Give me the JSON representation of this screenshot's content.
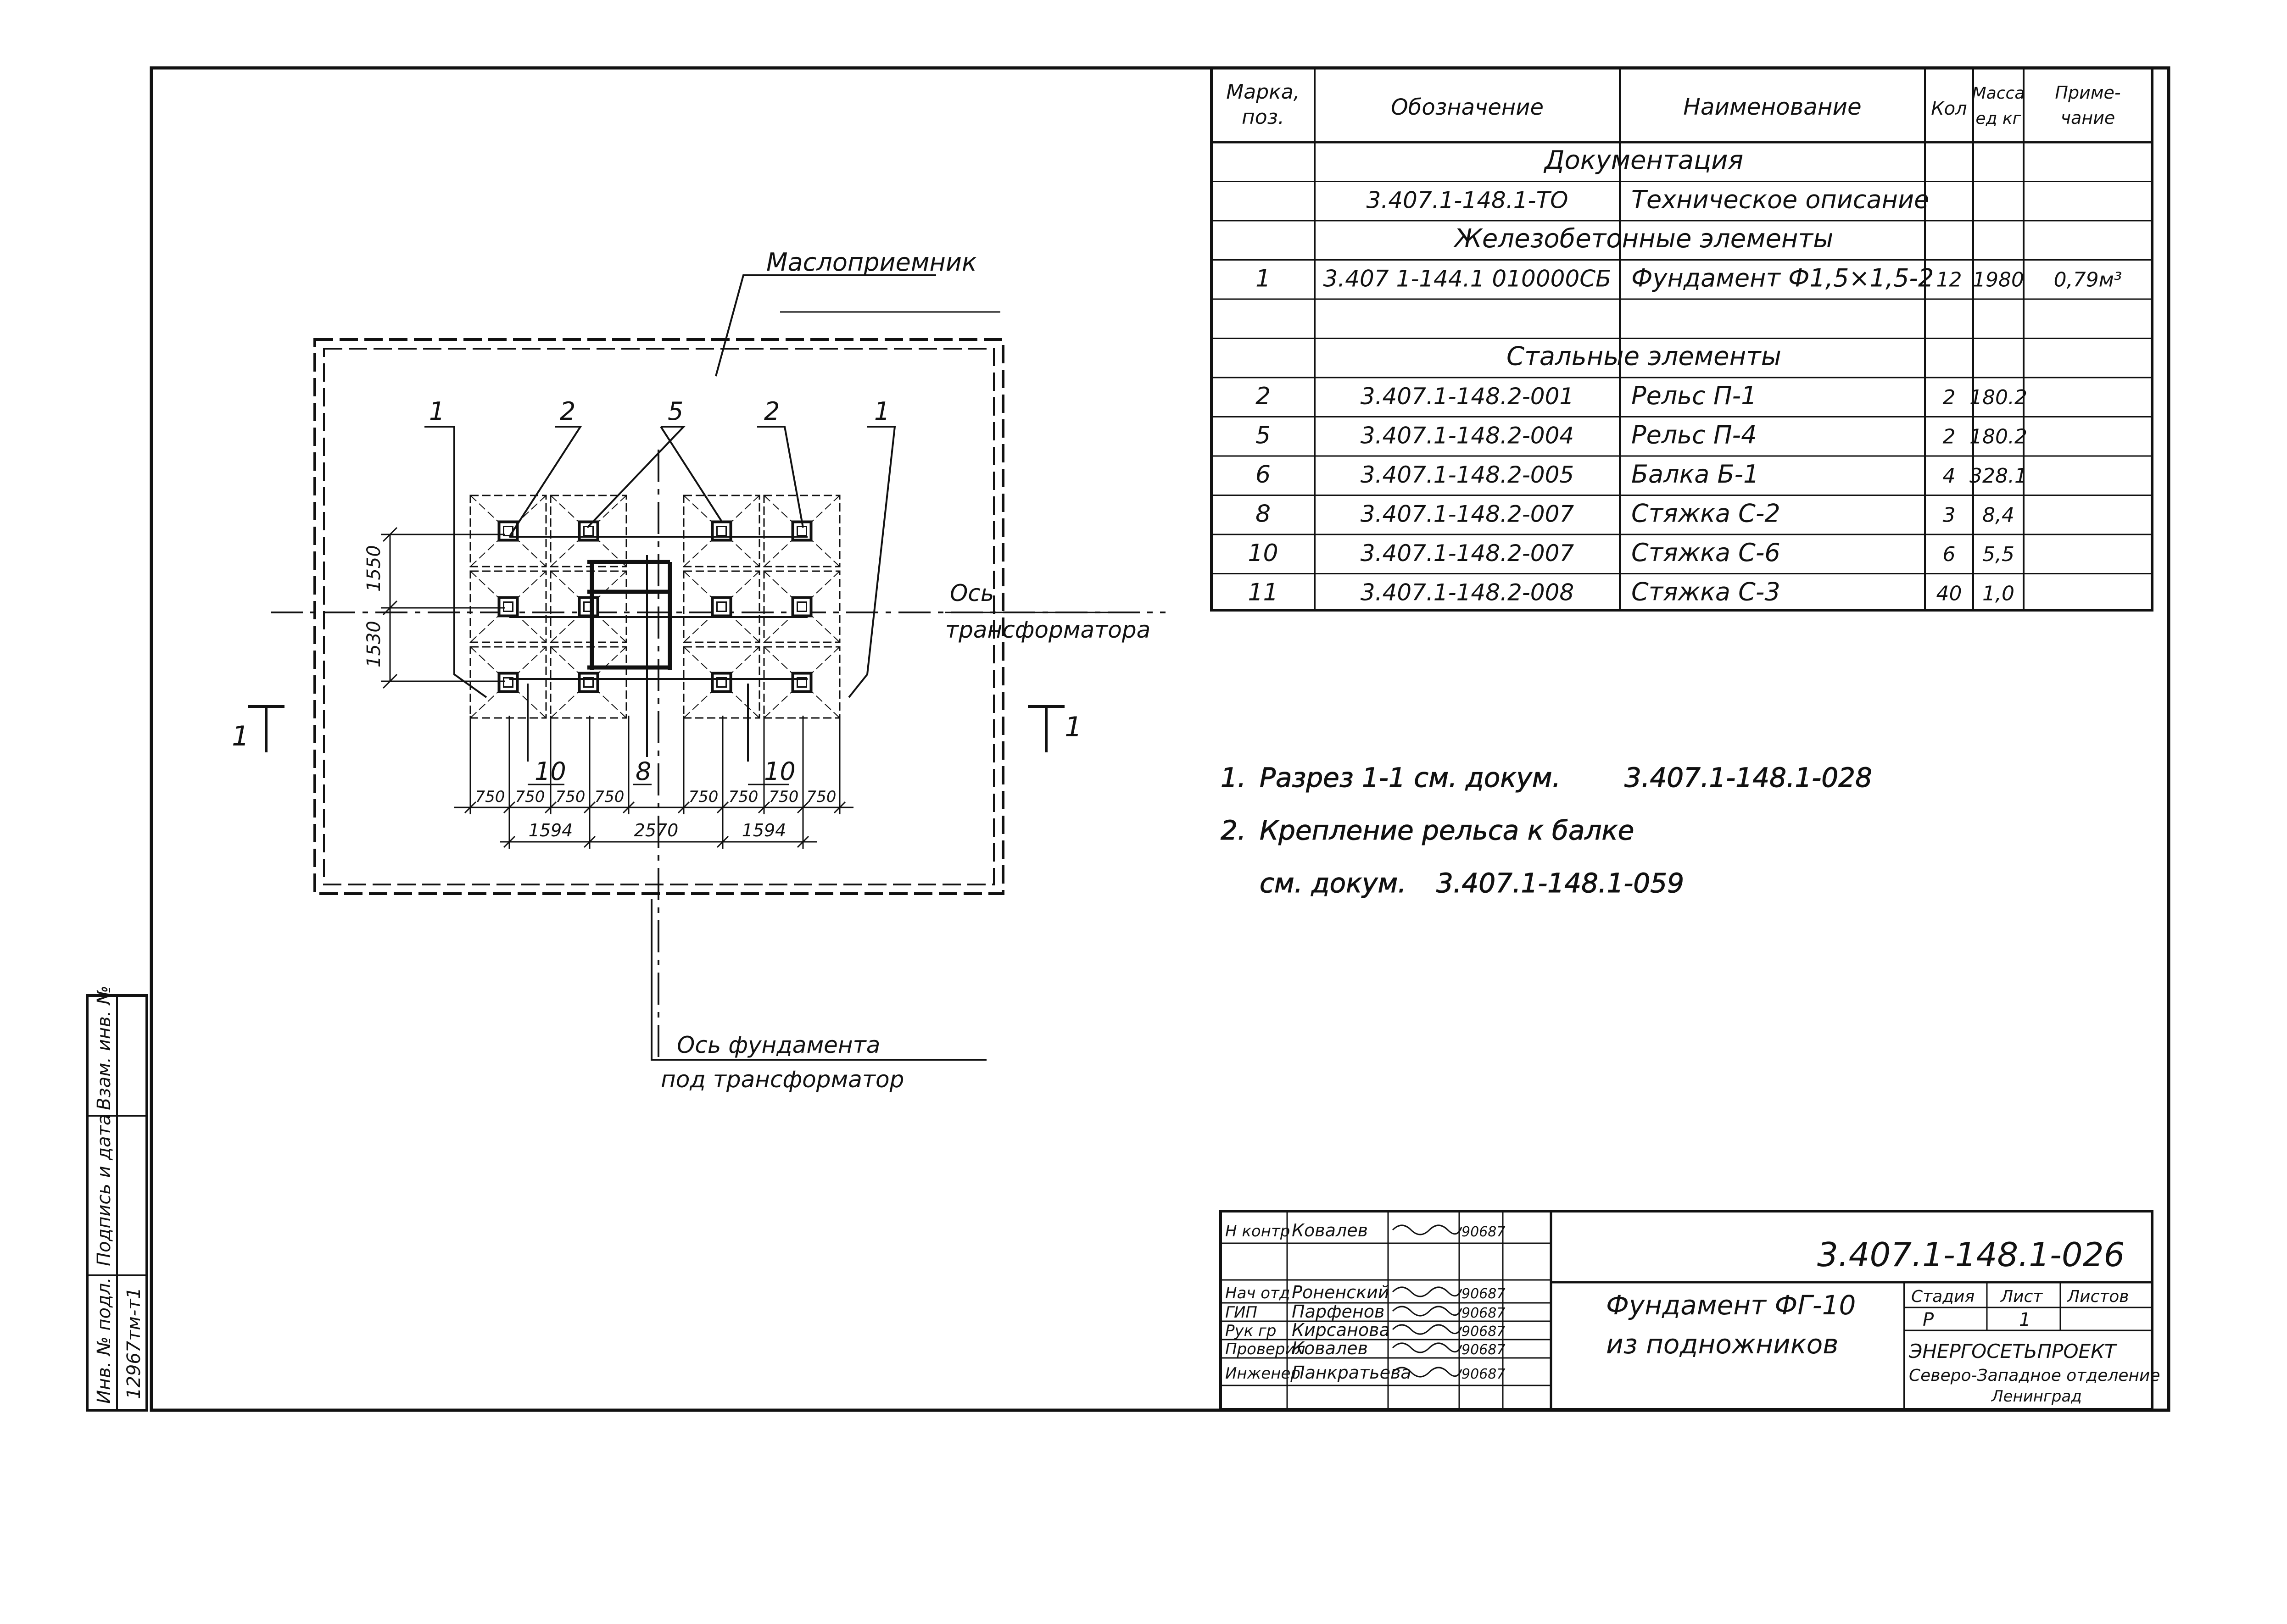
{
  "spec": {
    "headers": [
      "Марка, поз.",
      "Обозначение",
      "Наименование",
      "Кол",
      "Масса ед кг",
      "Приме- чание"
    ],
    "header_lines": [
      [
        "Марка,",
        "поз."
      ],
      [
        "Обозначение"
      ],
      [
        "Наименование"
      ],
      [
        "Кол"
      ],
      [
        "Масса",
        "ед кг"
      ],
      [
        "Приме-",
        "чание"
      ]
    ],
    "rows": [
      {
        "section": "Документация"
      },
      {
        "pos": "",
        "designation": "3.407.1-148.1-ТО",
        "name": "Техническое описание",
        "qty": "",
        "mass": "",
        "note": ""
      },
      {
        "section": "Железобетонные элементы"
      },
      {
        "pos": "1",
        "designation": "3.407 1-144.1 010000СБ",
        "name": "Фундамент Ф1,5×1,5-2",
        "qty": "12",
        "mass": "1980",
        "note": "0,79м³"
      },
      {
        "pos": "",
        "designation": "",
        "name": "",
        "qty": "",
        "mass": "",
        "note": ""
      },
      {
        "section": "Стальные элементы"
      },
      {
        "pos": "2",
        "designation": "3.407.1-148.2-001",
        "name": "Рельс П-1",
        "qty": "2",
        "mass": "180.2",
        "note": ""
      },
      {
        "pos": "5",
        "designation": "3.407.1-148.2-004",
        "name": "Рельс П-4",
        "qty": "2",
        "mass": "180.2",
        "note": ""
      },
      {
        "pos": "6",
        "designation": "3.407.1-148.2-005",
        "name": "Балка Б-1",
        "qty": "4",
        "mass": "328.1",
        "note": ""
      },
      {
        "pos": "8",
        "designation": "3.407.1-148.2-007",
        "name": "Стяжка С-2",
        "qty": "3",
        "mass": "8,4",
        "note": ""
      },
      {
        "pos": "10",
        "designation": "3.407.1-148.2-007",
        "name": "Стяжка С-6",
        "qty": "6",
        "mass": "5,5",
        "note": ""
      },
      {
        "pos": "11",
        "designation": "3.407.1-148.2-008",
        "name": "Стяжка С-3",
        "qty": "40",
        "mass": "1,0",
        "note": ""
      }
    ]
  },
  "notes": {
    "n1_num": "1.",
    "n1_text": "Разрез 1-1 см. докум.",
    "n1_ref": "3.407.1-148.1-028",
    "n2_num": "2.",
    "n2_text": "Крепление рельса к балке",
    "n2b_text": "см. докум.",
    "n2b_ref": "3.407.1-148.1-059"
  },
  "drawing": {
    "oil_receiver": "Маслоприемник",
    "transformer_axis": [
      "Ось",
      "трансформатора"
    ],
    "foundation_axis": [
      "Ось фундамента",
      "под трансформатор"
    ],
    "section_mark": "1",
    "callouts": {
      "c1": "1",
      "c2": "2",
      "c5": "5",
      "c10": "10",
      "c8": "8"
    },
    "dim_vertical": "1550",
    "dim_vertical_2": "1530",
    "dim_750": "750",
    "dim_1594": "1594",
    "dim_2570": "2570"
  },
  "side_stamp": {
    "labels": [
      "Инв. № подл.",
      "Подпись и дата",
      "Взам. инв. №"
    ],
    "inv_value": "12967тм-т1"
  },
  "title_block": {
    "code": "3.407.1-148.1-026",
    "title": [
      "Фундамент ФГ-10",
      "из подножников"
    ],
    "roles": [
      {
        "role": "Н контр",
        "name": "Ковалев",
        "date": "90687"
      },
      {
        "role": "",
        "name": "",
        "date": ""
      },
      {
        "role": "Нач отд",
        "name": "Роненский",
        "date": "90687"
      },
      {
        "role": "ГИП",
        "name": "Парфенов",
        "date": "90687"
      },
      {
        "role": "Рук гр",
        "name": "Кирсанова",
        "date": "90687"
      },
      {
        "role": "Проверил",
        "name": "Ковалев",
        "date": "90687"
      },
      {
        "role": "Инженер",
        "name": "Панкратьева",
        "date": "90687"
      }
    ],
    "stage_label": "Стадия",
    "sheet_label": "Лист",
    "sheets_label": "Листов",
    "stage": "Р",
    "sheet": "1",
    "sheets": "",
    "org": [
      "ЭНЕРГОСЕТЬПРОЕКТ",
      "Северо-Западное отделение",
      "Ленинград"
    ]
  },
  "colors": {
    "ink": "#111111",
    "paper": "#ffffff"
  }
}
